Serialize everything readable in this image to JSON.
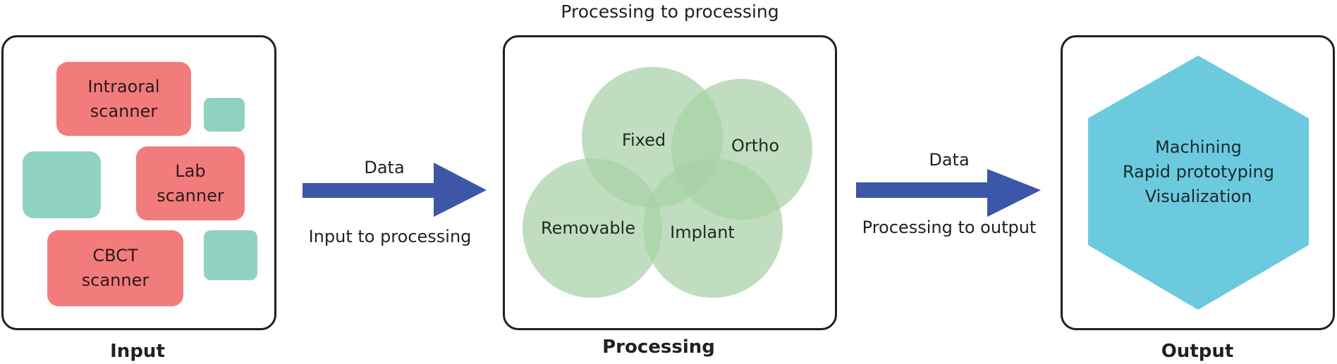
{
  "top_label": "Processing to processing",
  "input": {
    "title": "Input",
    "devices": [
      {
        "label": "Intraoral\nscanner"
      },
      {
        "label": "Lab\nscanner"
      },
      {
        "label": "CBCT\nscanner"
      }
    ]
  },
  "arrow1": {
    "above": "Data",
    "below": "Input to processing"
  },
  "processing": {
    "title": "Processing",
    "areas": [
      "Fixed",
      "Ortho",
      "Removable",
      "Implant"
    ]
  },
  "arrow2": {
    "above": "Data",
    "below": "Processing to output"
  },
  "output": {
    "title": "Output",
    "lines": [
      "Machining",
      "Rapid prototyping",
      "Visualization"
    ]
  },
  "colors": {
    "scanner": "#f27c7b",
    "accent_teal": "#8fd2c1",
    "arrow": "#3c56a8",
    "circle": "#bcdcbb",
    "hexagon": "#6ccade"
  }
}
